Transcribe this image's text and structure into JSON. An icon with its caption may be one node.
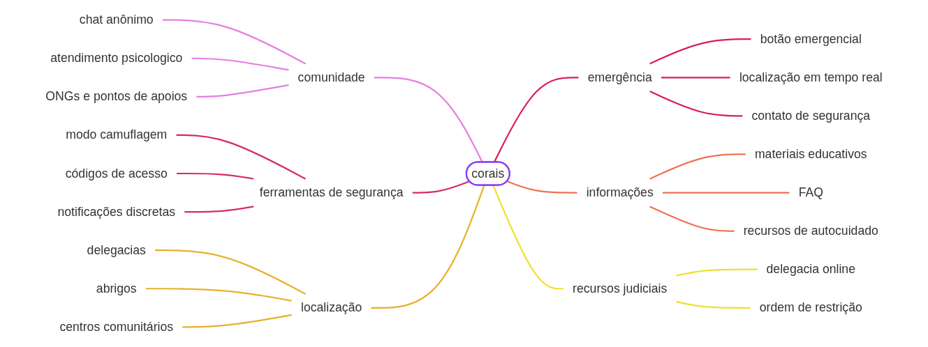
{
  "diagram": {
    "nodes": [
      {
        "text": [
          "corais"
        ]
      },
      {
        "text": [
          "comunidade"
        ]
      },
      {
        "text": [
          "chat anônimo"
        ]
      },
      {
        "text": [
          "atendimento psicologico"
        ]
      },
      {
        "text": [
          "ONGs e pontos de apoios"
        ]
      },
      {
        "text": [
          "ferramentas de segurança"
        ]
      },
      {
        "text": [
          "modo camuflagem"
        ]
      },
      {
        "text": [
          "códigos de acesso"
        ]
      },
      {
        "text": [
          "notificações discretas"
        ]
      },
      {
        "text": [
          "localização"
        ]
      },
      {
        "text": [
          "delegacias"
        ]
      },
      {
        "text": [
          "abrigos"
        ]
      },
      {
        "text": [
          "centros comunitários"
        ]
      },
      {
        "text": [
          "emergência"
        ]
      },
      {
        "text": [
          "botão emergencial"
        ]
      },
      {
        "text": [
          "localização em tempo real"
        ]
      },
      {
        "text": [
          "contato de segurança"
        ]
      },
      {
        "text": [
          "informações"
        ]
      },
      {
        "text": [
          "materiais educativos"
        ]
      },
      {
        "text": [
          "FAQ"
        ]
      },
      {
        "text": [
          "recursos de autocuidado"
        ]
      },
      {
        "text": [
          "recursos judiciais"
        ]
      },
      {
        "text": [
          "delegacia online"
        ]
      },
      {
        "text": [
          "ordem de restrição"
        ]
      }
    ],
    "edges": [
      {
        "from": 0,
        "to": 1,
        "arrow": "none",
        "color": "#e67ee2"
      },
      {
        "from": 1,
        "to": 2,
        "arrow": "none",
        "color": "#e67ee2"
      },
      {
        "from": 1,
        "to": 3,
        "arrow": "none",
        "color": "#e67ee2"
      },
      {
        "from": 1,
        "to": 4,
        "arrow": "none",
        "color": "#e67ee2"
      },
      {
        "from": 0,
        "to": 5,
        "arrow": "none",
        "color": "#d42a6e"
      },
      {
        "from": 5,
        "to": 6,
        "arrow": "none",
        "color": "#d42a6e"
      },
      {
        "from": 5,
        "to": 7,
        "arrow": "none",
        "color": "#d42a6e"
      },
      {
        "from": 5,
        "to": 8,
        "arrow": "none",
        "color": "#d42a6e"
      },
      {
        "from": 0,
        "to": 9,
        "arrow": "none",
        "color": "#e8b02c"
      },
      {
        "from": 9,
        "to": 10,
        "arrow": "none",
        "color": "#e8b02c"
      },
      {
        "from": 9,
        "to": 11,
        "arrow": "none",
        "color": "#e8b02c"
      },
      {
        "from": 9,
        "to": 12,
        "arrow": "none",
        "color": "#e8b02c"
      },
      {
        "from": 0,
        "to": 13,
        "arrow": "none",
        "color": "#d81b60"
      },
      {
        "from": 13,
        "to": 14,
        "arrow": "none",
        "color": "#d81b60"
      },
      {
        "from": 13,
        "to": 15,
        "arrow": "none",
        "color": "#d81b60"
      },
      {
        "from": 13,
        "to": 16,
        "arrow": "none",
        "color": "#d81b60"
      },
      {
        "from": 0,
        "to": 17,
        "arrow": "none",
        "color": "#ee7250"
      },
      {
        "from": 17,
        "to": 18,
        "arrow": "none",
        "color": "#ee7250"
      },
      {
        "from": 17,
        "to": 19,
        "arrow": "none",
        "color": "#ee7250"
      },
      {
        "from": 17,
        "to": 20,
        "arrow": "none",
        "color": "#ee7250"
      },
      {
        "from": 0,
        "to": 21,
        "arrow": "none",
        "color": "#f0e030"
      },
      {
        "from": 21,
        "to": 22,
        "arrow": "none",
        "color": "#f0e030"
      },
      {
        "from": 21,
        "to": 23,
        "arrow": "none",
        "color": "#f0e030"
      }
    ]
  }
}
